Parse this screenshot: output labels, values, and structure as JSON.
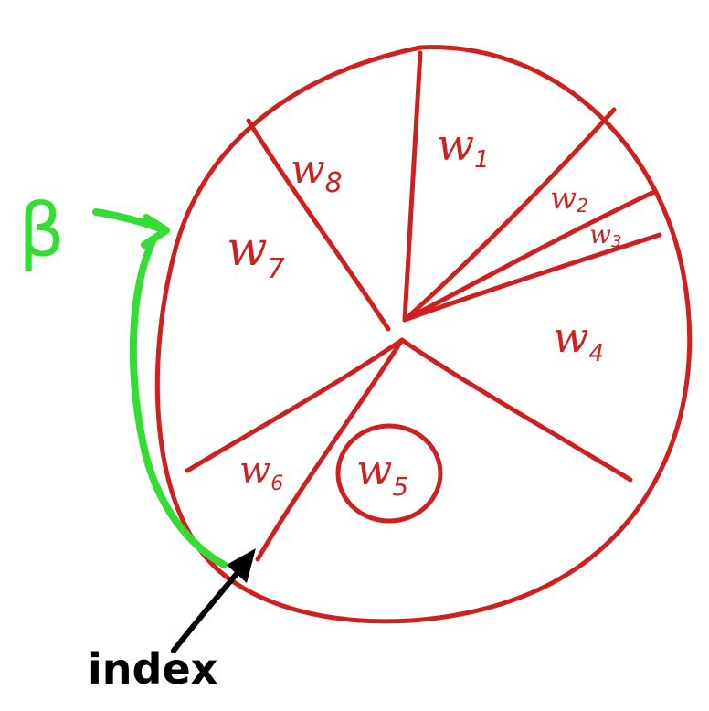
{
  "colors": {
    "wheel": "#d01f1f",
    "beta": "#33dd33",
    "index": "#000000",
    "background": "#ffffff"
  },
  "segments": [
    {
      "base": "w",
      "sub": "1"
    },
    {
      "base": "w",
      "sub": "2"
    },
    {
      "base": "w",
      "sub": "3"
    },
    {
      "base": "w",
      "sub": "4"
    },
    {
      "base": "w",
      "sub": "5"
    },
    {
      "base": "w",
      "sub": "6"
    },
    {
      "base": "w",
      "sub": "7"
    },
    {
      "base": "w",
      "sub": "8"
    }
  ],
  "annotations": {
    "beta": "β",
    "index": "index",
    "circled_segment": "w5"
  }
}
